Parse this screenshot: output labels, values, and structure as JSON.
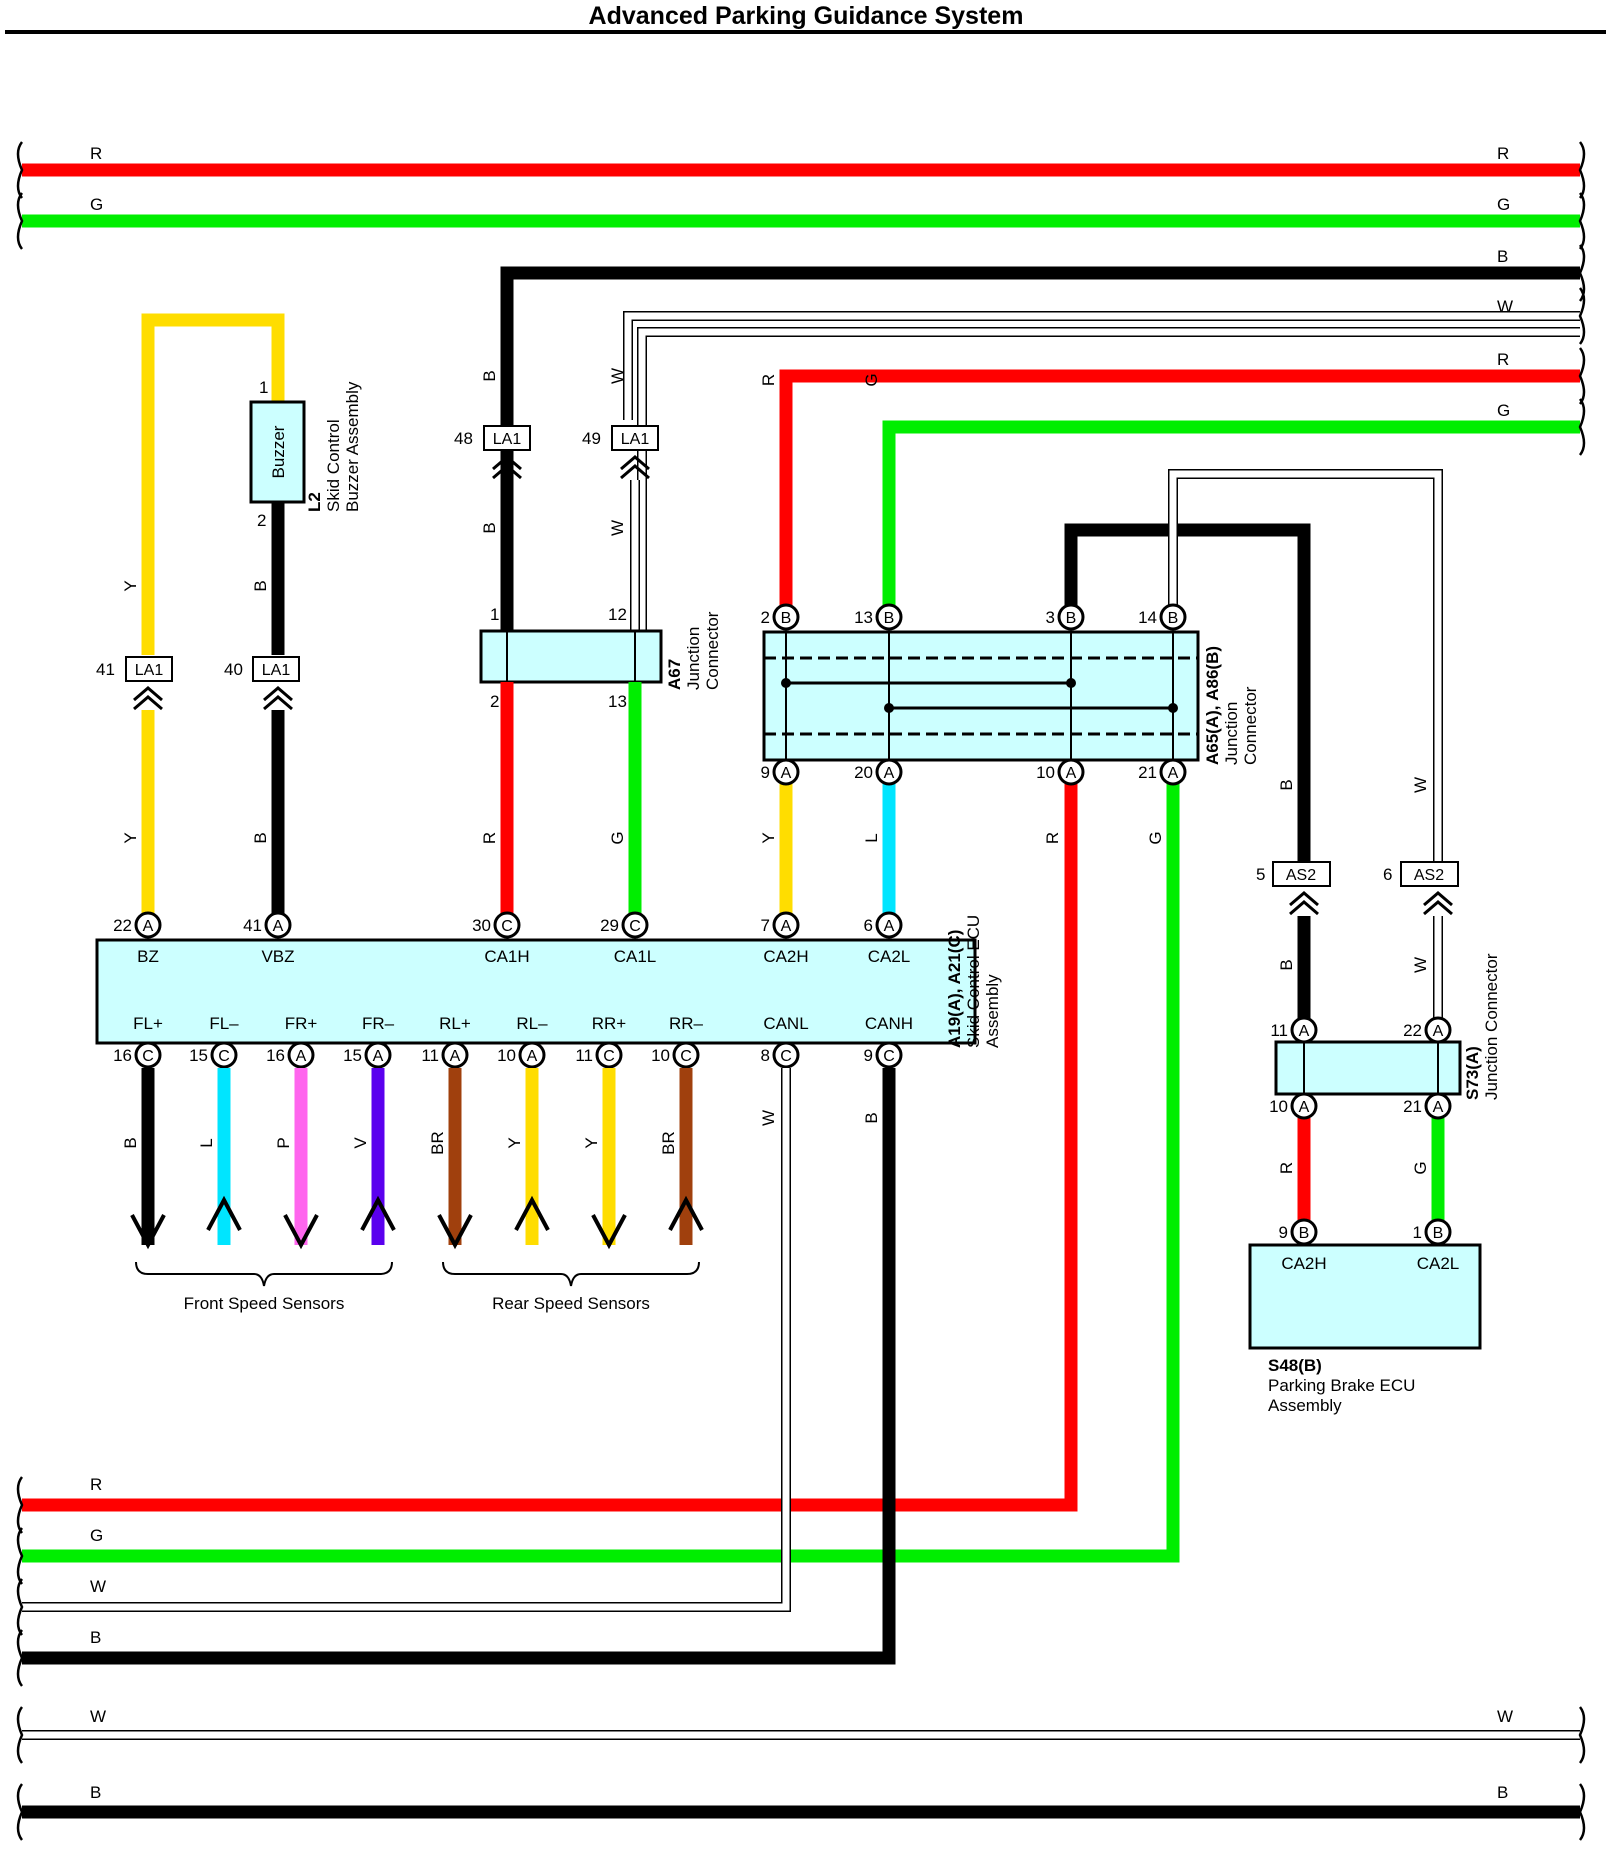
{
  "title": "Advanced Parking Guidance System",
  "colors": {
    "R": "#ff0000",
    "G": "#00ee00",
    "B": "#000000",
    "W": "#ffffff",
    "Y": "#ffdd00",
    "L": "#00e5ff",
    "P": "#ff66ee",
    "V": "#5a00ee",
    "BR": "#a0400d",
    "body": "#ccffff"
  },
  "wire_colors": {
    "R": "R",
    "G": "G",
    "B": "B",
    "W": "W",
    "Y": "Y",
    "L": "L",
    "P": "P",
    "V": "V",
    "BR": "BR"
  },
  "connectors": {
    "ecu_ref": "A19(A), A21(C)",
    "ecu_name": [
      "Skid Control ECU",
      "Assembly"
    ],
    "buzzer_ref": "L2",
    "buzzer_name": [
      "Skid Control",
      "Buzzer Assembly"
    ],
    "buzzer_body": "Buzzer",
    "a67_ref": "A67",
    "a67_name": [
      "Junction",
      "Connector"
    ],
    "a65_ref_bold": "A65(A),",
    "a65_ref_rest": "A86(B)",
    "a65_name": [
      "Junction",
      "Connector"
    ],
    "s73_ref": "S73(A)",
    "s73_name": "Junction Connector",
    "s48_ref": "S48(B)",
    "s48_name": [
      "Parking Brake ECU",
      "Assembly"
    ]
  },
  "ecu_terms_top": [
    "BZ",
    "VBZ",
    "CA1H",
    "CA1L",
    "CA2H",
    "CA2L"
  ],
  "ecu_terms_bottom": [
    "FL+",
    "FL–",
    "FR+",
    "FR–",
    "RL+",
    "RL–",
    "RR+",
    "RR–",
    "CANL",
    "CANH"
  ],
  "ecu_top_pins": [
    {
      "num": "22",
      "conn": "A"
    },
    {
      "num": "41",
      "conn": "A"
    },
    {
      "num": "30",
      "conn": "C"
    },
    {
      "num": "29",
      "conn": "C"
    },
    {
      "num": "7",
      "conn": "A"
    },
    {
      "num": "6",
      "conn": "A"
    }
  ],
  "ecu_bottom_pins": [
    {
      "num": "16",
      "conn": "C"
    },
    {
      "num": "15",
      "conn": "C"
    },
    {
      "num": "16",
      "conn": "A"
    },
    {
      "num": "15",
      "conn": "A"
    },
    {
      "num": "11",
      "conn": "A"
    },
    {
      "num": "10",
      "conn": "A"
    },
    {
      "num": "11",
      "conn": "C"
    },
    {
      "num": "10",
      "conn": "C"
    },
    {
      "num": "8",
      "conn": "C"
    },
    {
      "num": "9",
      "conn": "C"
    }
  ],
  "sensor_wire_labels": [
    "B",
    "L",
    "P",
    "V",
    "BR",
    "Y",
    "Y",
    "BR",
    "W",
    "B"
  ],
  "groups": [
    "Front Speed Sensors",
    "Rear Speed Sensors"
  ],
  "s48_terms": [
    "CA2H",
    "CA2L"
  ],
  "inline": {
    "la1": "LA1",
    "as2": "AS2",
    "la1_41": "41",
    "la1_40": "40",
    "la1_48": "48",
    "la1_49": "49",
    "as2_5": "5",
    "as2_6": "6"
  },
  "pins": {
    "buzzer_1": "1",
    "buzzer_2": "2",
    "a67_1": "1",
    "a67_12": "12",
    "a67_2": "2",
    "a67_13": "13",
    "a65_top": [
      {
        "num": "2",
        "conn": "B"
      },
      {
        "num": "13",
        "conn": "B"
      },
      {
        "num": "3",
        "conn": "B"
      },
      {
        "num": "14",
        "conn": "B"
      }
    ],
    "a65_bottom": [
      {
        "num": "9",
        "conn": "A"
      },
      {
        "num": "20",
        "conn": "A"
      },
      {
        "num": "10",
        "conn": "A"
      },
      {
        "num": "21",
        "conn": "A"
      }
    ],
    "s73_top": [
      {
        "num": "11",
        "conn": "A"
      },
      {
        "num": "22",
        "conn": "A"
      }
    ],
    "s73_bottom": [
      {
        "num": "10",
        "conn": "A"
      },
      {
        "num": "21",
        "conn": "A"
      }
    ],
    "s48_top": [
      {
        "num": "9",
        "conn": "B"
      },
      {
        "num": "1",
        "conn": "B"
      }
    ]
  },
  "bus_labels": {
    "top_R": "R",
    "top_G": "G",
    "right_B": "B",
    "right_W": "W",
    "right_R": "R",
    "right_G": "G",
    "bot_R": "R",
    "bot_G": "G",
    "bot_W": "W",
    "bot_B": "B",
    "last_W": "W",
    "last_B": "B"
  },
  "wire_labels": {
    "y_upper": "Y",
    "b_upper": "B",
    "b_la48_up": "B",
    "b_la48_dn": "B",
    "w_la49_up": "W",
    "w_la49_dn": "W",
    "r_a65": "R",
    "g_a65": "G",
    "y_low": "Y",
    "b_low": "B",
    "r_low": "R",
    "g_low": "G",
    "y_a65": "Y",
    "l_a65": "L",
    "r_a65_low": "R",
    "g_a65_low": "G",
    "b_as2_up": "B",
    "w_as2_up": "W",
    "b_as2_dn": "B",
    "w_as2_dn": "W",
    "r_s73": "R",
    "g_s73": "G"
  }
}
